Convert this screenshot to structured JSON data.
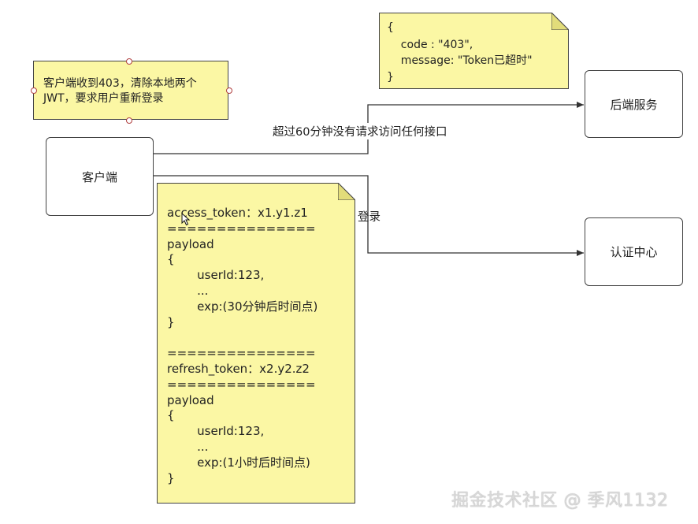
{
  "nodes": {
    "client": "客户端",
    "backend": "后端服务",
    "auth_center": "认证中心"
  },
  "edges": {
    "timeout_request": "超过60分钟没有请求访问任何接口",
    "login": "登录"
  },
  "notes": {
    "client_action": [
      "客户端收到403，清除本地两个",
      "JWT，要求用户重新登录"
    ],
    "error_response": [
      "{",
      "    code : \"403\",",
      "    message: \"Token已超时\"",
      "}"
    ],
    "tokens": [
      "access_token：x1.y1.z1",
      "===============",
      "payload",
      "{",
      "        userId:123,",
      "        ...",
      "        exp:(30分钟后时间点)",
      "}",
      "",
      "===============",
      "refresh_token：x2.y2.z2",
      "===============",
      "payload",
      "{",
      "        userId:123,",
      "        ...",
      "        exp:(1小时后时间点)",
      "}"
    ]
  },
  "watermark": "掘金技术社区 @ 季风1132",
  "colors": {
    "note_fill": "#fbf7a4",
    "border": "#444444"
  }
}
